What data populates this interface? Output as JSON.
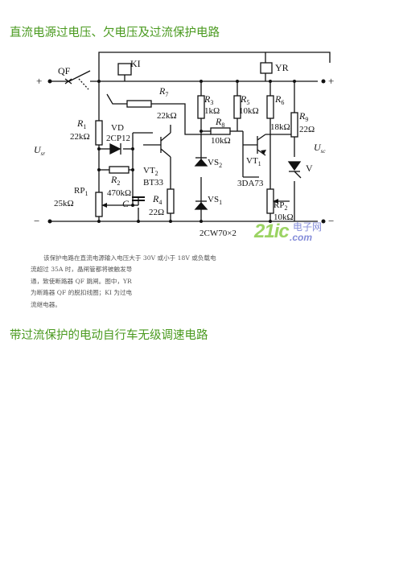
{
  "title": "直流电源过电压、欠电压及过流保护电路",
  "paragraph": [
    "该保护电路在直流电源输入电压大于 30V 或小于 18V 或负载电",
    "流超过 35A 时，晶闸管都将被触发导",
    "通，致使断路器 QF 跳闸。图中，YR",
    "为断路器 QF 的脱扣线圈；KI 为过电",
    "流继电器。"
  ],
  "title2": "带过流保护的电动自行车无级调速电路",
  "watermark": {
    "main": "21ic",
    "cn": "电子网",
    "dom": ".com"
  },
  "circuit": {
    "plus": "+",
    "minus": "−",
    "QF": "QF",
    "KI": "KI",
    "YR": "YR",
    "R7": "R",
    "R7s": "7",
    "R7v": "22kΩ",
    "R1": "R",
    "R1s": "1",
    "R1v": "22kΩ",
    "VD": "VD",
    "VDp": "2CP12",
    "R2": "R",
    "R2s": "2",
    "R2v": "470kΩ",
    "RP1": "RP",
    "RP1s": "1",
    "RP1v": "25kΩ",
    "C": "C",
    "VT2": "VT",
    "VT2s": "2",
    "VT2p": "BT33",
    "R4": "R",
    "R4s": "4",
    "R4v": "22Ω",
    "R3": "R",
    "R3s": "3",
    "R3v": "1kΩ",
    "R5": "R",
    "R5s": "5",
    "R5v": "10kΩ",
    "R8": "R",
    "R8s": "8",
    "R8v": "10kΩ",
    "R6": "R",
    "R6s": "6",
    "R6v": "18kΩ",
    "R9": "R",
    "R9s": "9",
    "R9v": "22Ω",
    "VS2": "VS",
    "VS2s": "2",
    "VS1": "VS",
    "VS1s": "1",
    "VT1": "VT",
    "VT1s": "1",
    "VT1p": "3DA73",
    "RP2": "RP",
    "RP2s": "2",
    "RP2v": "10kΩ",
    "V": "V",
    "Usr": "U",
    "Usrs": "sr",
    "Usc": "U",
    "Uscs": "sc",
    "zener": "2CW70×2"
  }
}
